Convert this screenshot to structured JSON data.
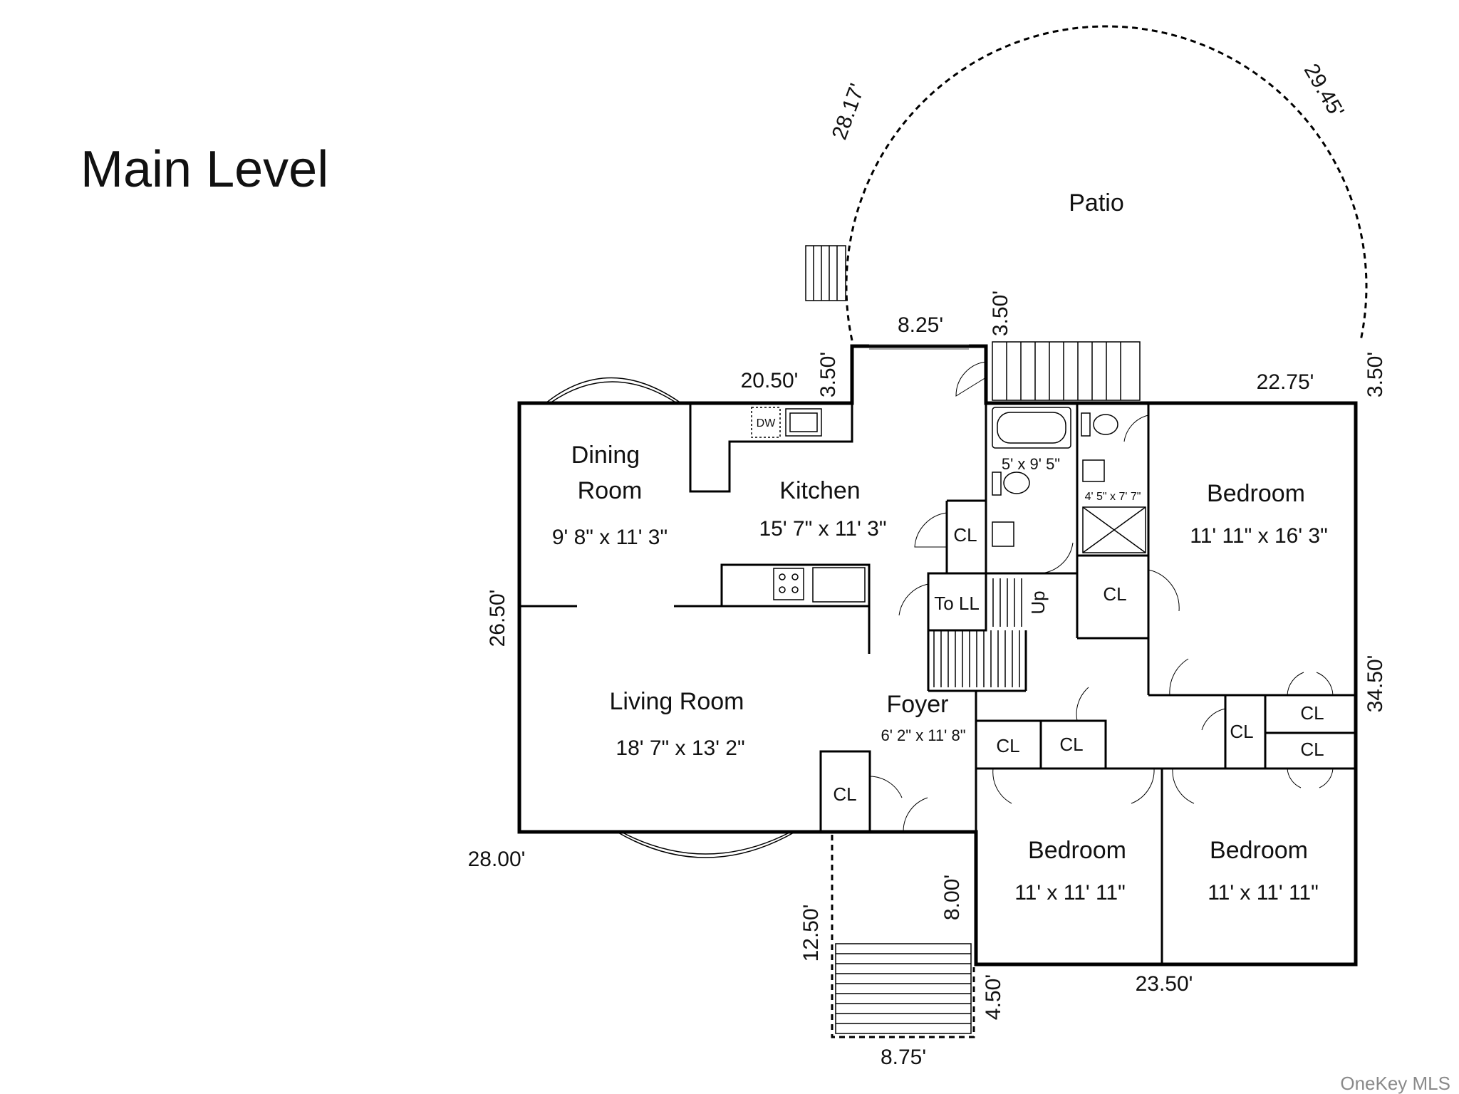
{
  "title": "Main Level",
  "watermark": "OneKey MLS",
  "rooms": {
    "patio": "Patio",
    "dining_1": "Dining",
    "dining_2": "Room",
    "dining_size": "9' 8\" x 11' 3\"",
    "kitchen": "Kitchen",
    "kitchen_size": "15' 7\" x 11' 3\"",
    "living": "Living Room",
    "living_size": "18' 7\" x 13' 2\"",
    "foyer": "Foyer",
    "foyer_size": "6' 2\" x 11' 8\"",
    "bedroom_a": "Bedroom",
    "bedroom_a_size": "11' 11\" x 16' 3\"",
    "bedroom_b": "Bedroom",
    "bedroom_b_size": "11' x 11' 11\"",
    "bedroom_c": "Bedroom",
    "bedroom_c_size": "11' x 11' 11\"",
    "bath_1_size": "5' x 9' 5\"",
    "bath_2_size": "4' 5\" x 7' 7\"",
    "to_ll": "To LL",
    "up": "Up",
    "dw": "DW",
    "closet": "CL"
  },
  "dimensions": {
    "patio_left": "28.17'",
    "patio_right": "29.45'",
    "top_center": "8.25'",
    "top_step": "3.50'",
    "top_left": "20.50'",
    "left_jog": "3.50'",
    "top_right": "22.75'",
    "right_jog": "3.50'",
    "left_side": "26.50'",
    "right_side": "34.50'",
    "bottom_left": "28.00'",
    "porch_depth": "8.00'",
    "porch_left": "12.50'",
    "bottom_right": "23.50'",
    "step_depth": "4.50'",
    "step_width": "8.75'"
  }
}
